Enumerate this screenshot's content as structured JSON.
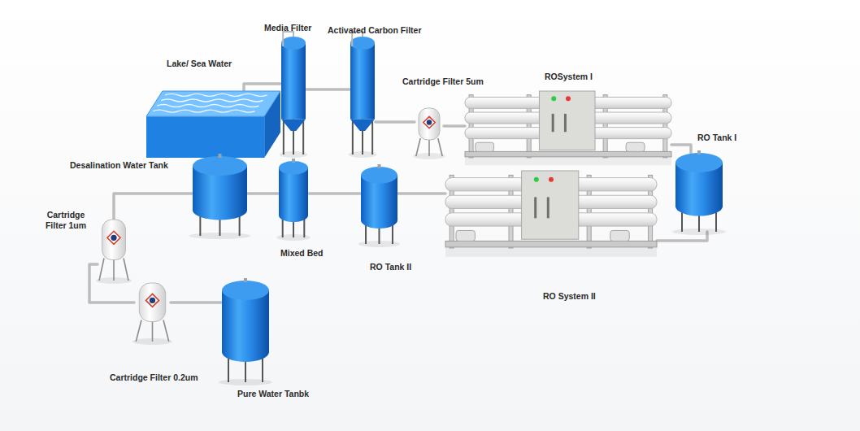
{
  "diagram": {
    "nodes": [
      {
        "text": [
          "Lake/ Sea Water"
        ]
      },
      {
        "text": [
          "Media Filter"
        ]
      },
      {
        "text": [
          "Activated Carbon Filter"
        ]
      },
      {
        "text": [
          "Cartridge Filter 5um"
        ]
      },
      {
        "text": [
          "ROSystem I"
        ]
      },
      {
        "text": [
          "RO Tank I"
        ]
      },
      {
        "text": [
          "RO System II"
        ]
      },
      {
        "text": [
          "RO Tank II"
        ]
      },
      {
        "text": [
          "Mixed Bed"
        ]
      },
      {
        "text": [
          "Desalination Water Tank"
        ]
      },
      {
        "text": [
          "Cartridge Filter 1um"
        ]
      },
      {
        "text": [
          "Cartridge Filter 0.2um"
        ]
      },
      {
        "text": [
          "Pure Water Tanbk"
        ]
      }
    ],
    "edges": [
      {
        "from": 0,
        "to": 1,
        "arrow": "none"
      },
      {
        "from": 1,
        "to": 2,
        "arrow": "none"
      },
      {
        "from": 2,
        "to": 3,
        "arrow": "none"
      },
      {
        "from": 3,
        "to": 4,
        "arrow": "none"
      },
      {
        "from": 4,
        "to": 5,
        "arrow": "none"
      },
      {
        "from": 5,
        "to": 6,
        "arrow": "none"
      },
      {
        "from": 6,
        "to": 7,
        "arrow": "none"
      },
      {
        "from": 7,
        "to": 8,
        "arrow": "none"
      },
      {
        "from": 8,
        "to": 9,
        "arrow": "none"
      },
      {
        "from": 9,
        "to": 10,
        "arrow": "none"
      },
      {
        "from": 10,
        "to": 11,
        "arrow": "none"
      },
      {
        "from": 11,
        "to": 12,
        "arrow": "none"
      }
    ]
  }
}
